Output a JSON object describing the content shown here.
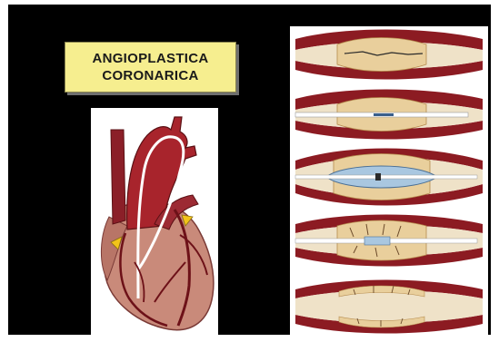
{
  "title": {
    "line1": "ANGIOPLASTICA",
    "line2": "CORONARICA"
  },
  "colors": {
    "slide_background": "#000000",
    "title_background": "#f6ee8f",
    "vessel_wall": "#8c1b22",
    "plaque": "#e9cf9c",
    "heart": "#c98a7a",
    "aorta": "#a8242c",
    "arrow": "#f2c419",
    "balloon": "#a9c7e0"
  },
  "stages": [
    {
      "name": "occluded-artery"
    },
    {
      "name": "catheter-inserted"
    },
    {
      "name": "balloon-inflated"
    },
    {
      "name": "balloon-deflated"
    },
    {
      "name": "artery-reopened"
    }
  ]
}
